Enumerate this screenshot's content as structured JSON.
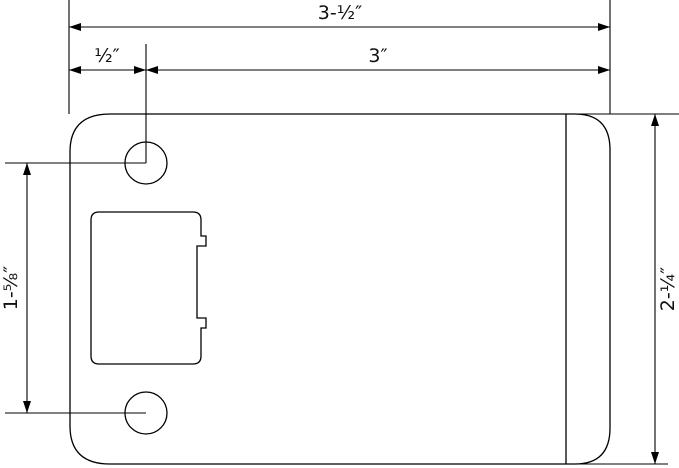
{
  "dimensions": {
    "overall_width": "3-½″",
    "hole_offset": "½″",
    "hole_to_edge": "3″",
    "height": "2-¼″",
    "hole_spacing": "1-⅝″"
  }
}
